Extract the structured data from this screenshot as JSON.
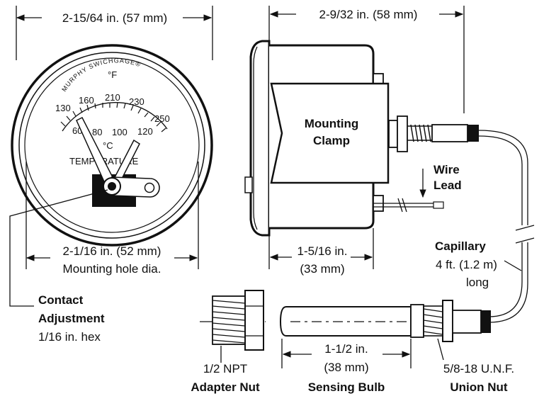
{
  "gauge_front": {
    "width_dim": "2-15/64 in. (57 mm)",
    "brand": "MURPHY SWICHGAGE®",
    "unit_f": "°F",
    "unit_c": "°C",
    "scale_f": [
      "130",
      "160",
      "210",
      "230",
      "250"
    ],
    "scale_c": [
      "60",
      "80",
      "100",
      "120"
    ],
    "temperature_label": "TEMPERATURE",
    "hole_dim": "2-1/16 in. (52 mm)",
    "hole_caption": "Mounting hole dia."
  },
  "gauge_side": {
    "depth_dim": "2-9/32 in. (58  mm)",
    "clamp_line1": "Mounting",
    "clamp_line2": "Clamp",
    "wire_line1": "Wire",
    "wire_line2": "Lead",
    "body_dim_line1": "1-5/16 in.",
    "body_dim_line2": "(33 mm)"
  },
  "capillary": {
    "title": "Capillary",
    "length_line1": "4 ft. (1.2 m)",
    "length_line2": "long"
  },
  "contact_adjustment": {
    "line1": "Contact",
    "line2": "Adjustment",
    "line3": "1/16 in. hex"
  },
  "adapter_nut": {
    "spec": "1/2 NPT",
    "name": "Adapter Nut"
  },
  "sensing_bulb": {
    "dim_line1": "1-1/2 in.",
    "dim_line2": "(38 mm)",
    "name": "Sensing Bulb"
  },
  "union_nut": {
    "spec": "5/8-18 U.N.F.",
    "name": "Union Nut"
  }
}
